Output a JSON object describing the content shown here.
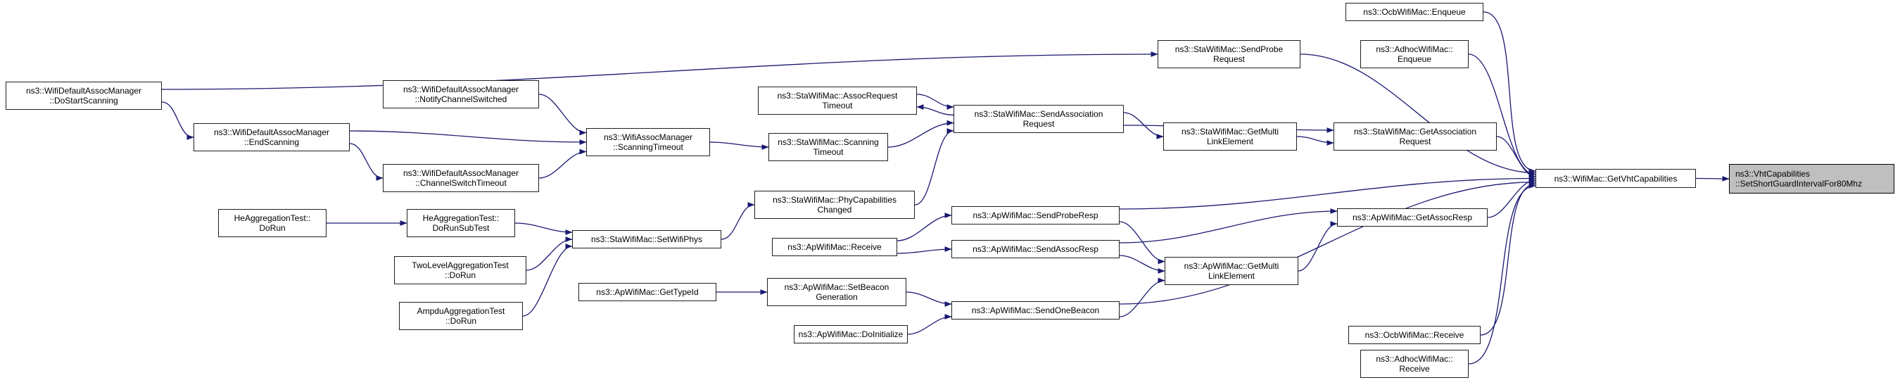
{
  "diagram": {
    "type": "call-graph",
    "edge_color": "#191970",
    "node_fill": "#ffffff",
    "target_fill": "#bfbfbf",
    "nodes": [
      {
        "id": "doStartScanning",
        "lines": [
          "ns3::WifiDefaultAssocManager",
          "::DoStartScanning"
        ],
        "role": "caller"
      },
      {
        "id": "endScanning",
        "lines": [
          "ns3::WifiDefaultAssocManager",
          "::EndScanning"
        ],
        "role": "caller"
      },
      {
        "id": "notifyChannelSwitched",
        "lines": [
          "ns3::WifiDefaultAssocManager",
          "::NotifyChannelSwitched"
        ],
        "role": "caller"
      },
      {
        "id": "channelSwitchTimeout",
        "lines": [
          "ns3::WifiDefaultAssocManager",
          "::ChannelSwitchTimeout"
        ],
        "role": "caller"
      },
      {
        "id": "scanningTimeout",
        "lines": [
          "ns3::WifiAssocManager",
          "::ScanningTimeout"
        ],
        "role": "caller"
      },
      {
        "id": "assocRequestTimeout",
        "lines": [
          "ns3::StaWifiMac::AssocRequest",
          "Timeout"
        ],
        "role": "caller"
      },
      {
        "id": "staScanningTimeout",
        "lines": [
          "ns3::StaWifiMac::Scanning",
          "Timeout"
        ],
        "role": "caller"
      },
      {
        "id": "sendAssociationRequest",
        "lines": [
          "ns3::StaWifiMac::SendAssociation",
          "Request"
        ],
        "role": "caller"
      },
      {
        "id": "staGetMultiLink",
        "lines": [
          "ns3::StaWifiMac::GetMulti",
          "LinkElement"
        ],
        "role": "caller"
      },
      {
        "id": "sendProbeRequest",
        "lines": [
          "ns3::StaWifiMac::SendProbe",
          "Request"
        ],
        "role": "caller"
      },
      {
        "id": "ocbEnqueue",
        "lines": [
          "ns3::OcbWifiMac::Enqueue"
        ],
        "role": "caller"
      },
      {
        "id": "adhocEnqueue",
        "lines": [
          "ns3::AdhocWifiMac::",
          "Enqueue"
        ],
        "role": "caller"
      },
      {
        "id": "getAssociationRequest",
        "lines": [
          "ns3::StaWifiMac::GetAssociation",
          "Request"
        ],
        "role": "caller"
      },
      {
        "id": "getVhtCapabilities",
        "lines": [
          "ns3::WifiMac::GetVhtCapabilities"
        ],
        "role": "caller"
      },
      {
        "id": "target",
        "lines": [
          "ns3::VhtCapabilities",
          "::SetShortGuardIntervalFor80Mhz"
        ],
        "role": "target"
      },
      {
        "id": "phyCapabilitiesChanged",
        "lines": [
          "ns3::StaWifiMac::PhyCapabilities",
          "Changed"
        ],
        "role": "caller"
      },
      {
        "id": "apSendProbeResp",
        "lines": [
          "ns3::ApWifiMac::SendProbeResp"
        ],
        "role": "caller"
      },
      {
        "id": "apReceive",
        "lines": [
          "ns3::ApWifiMac::Receive"
        ],
        "role": "caller"
      },
      {
        "id": "apSendAssocResp",
        "lines": [
          "ns3::ApWifiMac::SendAssocResp"
        ],
        "role": "caller"
      },
      {
        "id": "apGetMultiLink",
        "lines": [
          "ns3::ApWifiMac::GetMulti",
          "LinkElement"
        ],
        "role": "caller"
      },
      {
        "id": "apGetAssocResp",
        "lines": [
          "ns3::ApWifiMac::GetAssocResp"
        ],
        "role": "caller"
      },
      {
        "id": "heDoRun",
        "lines": [
          "HeAggregationTest::",
          "DoRun"
        ],
        "role": "caller"
      },
      {
        "id": "heDoRunSubTest",
        "lines": [
          "HeAggregationTest::",
          "DoRunSubTest"
        ],
        "role": "caller"
      },
      {
        "id": "twoLevelDoRun",
        "lines": [
          "TwoLevelAggregationTest",
          "::DoRun"
        ],
        "role": "caller"
      },
      {
        "id": "ampduDoRun",
        "lines": [
          "AmpduAggregationTest",
          "::DoRun"
        ],
        "role": "caller"
      },
      {
        "id": "setWifiPhys",
        "lines": [
          "ns3::StaWifiMac::SetWifiPhys"
        ],
        "role": "caller"
      },
      {
        "id": "apGetTypeId",
        "lines": [
          "ns3::ApWifiMac::GetTypeId"
        ],
        "role": "caller"
      },
      {
        "id": "setBeaconGeneration",
        "lines": [
          "ns3::ApWifiMac::SetBeacon",
          "Generation"
        ],
        "role": "caller"
      },
      {
        "id": "sendOneBeacon",
        "lines": [
          "ns3::ApWifiMac::SendOneBeacon"
        ],
        "role": "caller"
      },
      {
        "id": "apDoInitialize",
        "lines": [
          "ns3::ApWifiMac::DoInitialize"
        ],
        "role": "caller"
      },
      {
        "id": "ocbReceive",
        "lines": [
          "ns3::OcbWifiMac::Receive"
        ],
        "role": "caller"
      },
      {
        "id": "adhocReceive",
        "lines": [
          "ns3::AdhocWifiMac::",
          "Receive"
        ],
        "role": "caller"
      }
    ],
    "edges": [
      [
        "doStartScanning",
        "endScanning"
      ],
      [
        "doStartScanning",
        "sendProbeRequest"
      ],
      [
        "endScanning",
        "scanningTimeout"
      ],
      [
        "endScanning",
        "channelSwitchTimeout"
      ],
      [
        "notifyChannelSwitched",
        "scanningTimeout"
      ],
      [
        "channelSwitchTimeout",
        "scanningTimeout"
      ],
      [
        "scanningTimeout",
        "staScanningTimeout"
      ],
      [
        "staScanningTimeout",
        "sendAssociationRequest"
      ],
      [
        "assocRequestTimeout",
        "sendAssociationRequest"
      ],
      [
        "sendAssociationRequest",
        "assocRequestTimeout"
      ],
      [
        "phyCapabilitiesChanged",
        "sendAssociationRequest"
      ],
      [
        "sendAssociationRequest",
        "staGetMultiLink"
      ],
      [
        "sendAssociationRequest",
        "getAssociationRequest"
      ],
      [
        "staGetMultiLink",
        "getAssociationRequest"
      ],
      [
        "getAssociationRequest",
        "getVhtCapabilities"
      ],
      [
        "sendProbeRequest",
        "getVhtCapabilities"
      ],
      [
        "ocbEnqueue",
        "getVhtCapabilities"
      ],
      [
        "adhocEnqueue",
        "getVhtCapabilities"
      ],
      [
        "heDoRun",
        "heDoRunSubTest"
      ],
      [
        "heDoRunSubTest",
        "setWifiPhys"
      ],
      [
        "twoLevelDoRun",
        "setWifiPhys"
      ],
      [
        "ampduDoRun",
        "setWifiPhys"
      ],
      [
        "setWifiPhys",
        "phyCapabilitiesChanged"
      ],
      [
        "apReceive",
        "apSendProbeResp"
      ],
      [
        "apReceive",
        "apSendAssocResp"
      ],
      [
        "apSendProbeResp",
        "apGetMultiLink"
      ],
      [
        "apSendAssocResp",
        "apGetMultiLink"
      ],
      [
        "sendOneBeacon",
        "apGetMultiLink"
      ],
      [
        "apSendAssocResp",
        "apGetAssocResp"
      ],
      [
        "apGetMultiLink",
        "apGetAssocResp"
      ],
      [
        "apGetAssocResp",
        "getVhtCapabilities"
      ],
      [
        "apSendProbeResp",
        "getVhtCapabilities"
      ],
      [
        "sendOneBeacon",
        "getVhtCapabilities"
      ],
      [
        "ocbReceive",
        "getVhtCapabilities"
      ],
      [
        "adhocReceive",
        "getVhtCapabilities"
      ],
      [
        "apGetTypeId",
        "setBeaconGeneration"
      ],
      [
        "setBeaconGeneration",
        "sendOneBeacon"
      ],
      [
        "apDoInitialize",
        "sendOneBeacon"
      ],
      [
        "getVhtCapabilities",
        "target"
      ]
    ]
  }
}
